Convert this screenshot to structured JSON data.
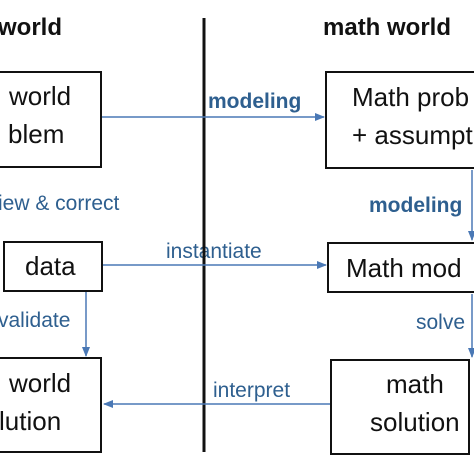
{
  "headers": {
    "left": "world",
    "right": "math world"
  },
  "boxes": {
    "real_problem": {
      "line1": "world",
      "line2": "blem"
    },
    "math_problem": {
      "line1": "Math prob",
      "line2": "+ assumpt"
    },
    "data": {
      "text": "data"
    },
    "math_model": {
      "text": "Math mod"
    },
    "real_solution": {
      "line1": "world",
      "line2": "lution"
    },
    "math_solution": {
      "line1": "math",
      "line2": "solution"
    }
  },
  "labels": {
    "modeling_top": "modeling",
    "review_correct": "iew & correct",
    "modeling_right": "modeling",
    "instantiate": "instantiate",
    "validate": "validate",
    "solve": "solve",
    "interpret": "interpret"
  },
  "colors": {
    "arrow": "#4a78b5",
    "label_blue": "#2e5f8f",
    "divider": "#111111",
    "border": "#111111"
  }
}
